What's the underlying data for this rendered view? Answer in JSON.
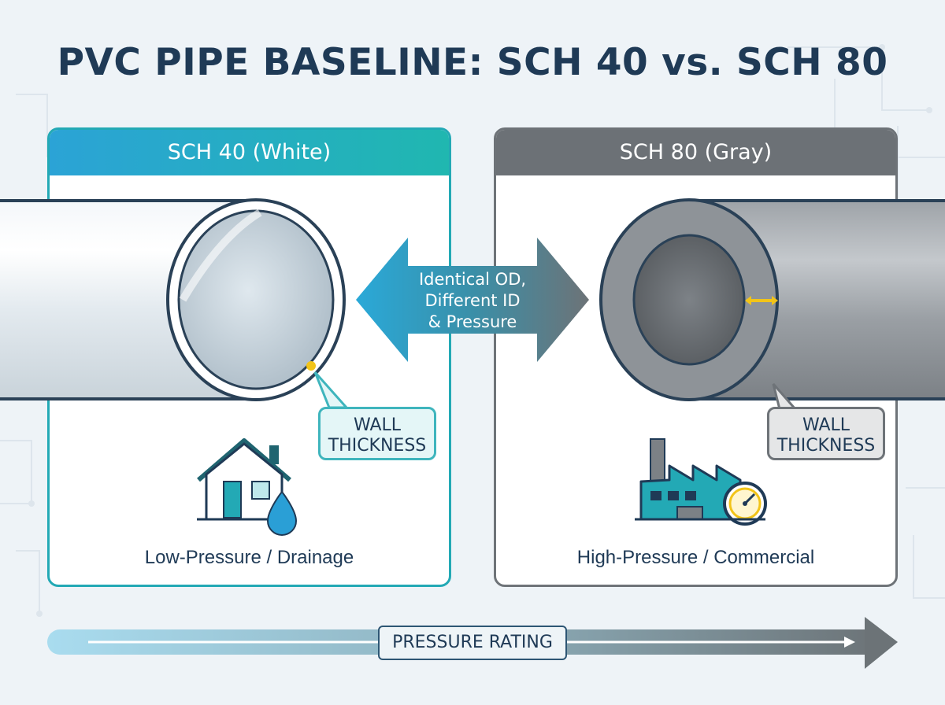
{
  "title": "PVC PIPE BASELINE: SCH 40 vs. SCH 80",
  "left_panel": {
    "header": "SCH 40 (White)",
    "callout_line1": "WALL",
    "callout_line2": "THICKNESS",
    "use_label": "Low-Pressure / Drainage",
    "icon": "house-water-drop-icon",
    "accent_color": "#23a9b5"
  },
  "right_panel": {
    "header": "SCH 80 (Gray)",
    "callout_line1": "WALL",
    "callout_line2": "THICKNESS",
    "use_label": "High-Pressure / Commercial",
    "icon": "factory-gauge-icon",
    "accent_color": "#6e7378"
  },
  "center_arrow": {
    "line1": "Identical OD,",
    "line2": "Different ID",
    "line3": "& Pressure"
  },
  "pressure_scale": {
    "label": "PRESSURE RATING"
  },
  "colors": {
    "title": "#1f3a56",
    "teal": "#23a9b5",
    "gray": "#6e7378",
    "highlight": "#f2c418"
  }
}
